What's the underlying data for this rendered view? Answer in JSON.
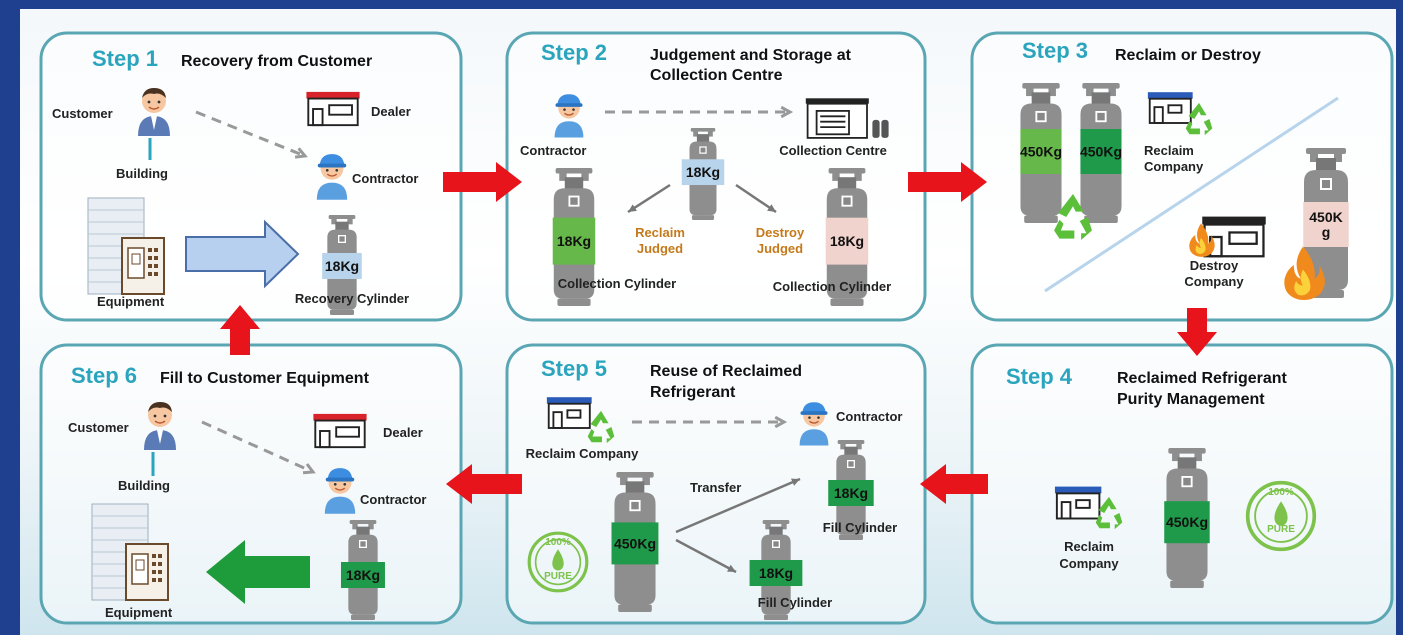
{
  "steps": [
    {
      "num": "Step 1",
      "title": [
        "Recovery from Customer"
      ]
    },
    {
      "num": "Step 2",
      "title": [
        "Judgement and Storage at",
        "Collection Centre"
      ]
    },
    {
      "num": "Step 3",
      "title": [
        "Reclaim or Destroy"
      ]
    },
    {
      "num": "Step 4",
      "title": [
        "Reclaimed Refrigerant",
        "Purity Management"
      ]
    },
    {
      "num": "Step 5",
      "title": [
        "Reuse of Reclaimed",
        "Refrigerant"
      ]
    },
    {
      "num": "Step 6",
      "title": [
        "Fill to Customer Equipment"
      ]
    }
  ],
  "labels": {
    "customer": "Customer",
    "building": "Building",
    "equipment": "Equipment",
    "dealer": "Dealer",
    "contractor": "Contractor",
    "recovery_cylinder": "Recovery Cylinder",
    "collection_centre": "Collection Centre",
    "collection_cylinder": "Collection Cylinder",
    "reclaim_judged": [
      "Reclaim",
      "Judged"
    ],
    "destroy_judged": [
      "Destroy",
      "Judged"
    ],
    "reclaim_company": [
      "Reclaim",
      "Company"
    ],
    "reclaim_company_one_line": "Reclaim Company",
    "destroy_company": [
      "Destroy",
      "Company"
    ],
    "transfer": "Transfer",
    "fill_cylinder": "Fill Cylinder",
    "pure": "PURE",
    "pure_pct": "100%"
  },
  "cylinders": {
    "kg18": "18Kg",
    "kg450": "450Kg",
    "kg450_split": [
      "450K",
      "g"
    ]
  },
  "colors": {
    "step_accent": "#2ba4bd",
    "panel_border": "#5aa7b3",
    "flow_arrow": "#e8141c",
    "equipment_arrow_blue": "#b7d0ef",
    "equipment_arrow_green": "#1e9b3a",
    "band_blue": "#b7d4ec",
    "band_green": "#67b84a",
    "band_dark_green": "#1f9a4a",
    "band_pink": "#f1d3cd",
    "cylinder_gray": "#8e8e8e",
    "recycle_green": "#5cbf3a",
    "background_frame": "#1f3f8f"
  }
}
